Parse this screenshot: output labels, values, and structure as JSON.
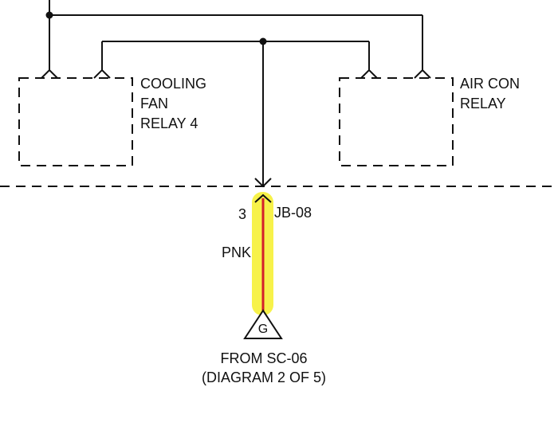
{
  "relays": {
    "cooling_fan": {
      "lines": [
        "COOLING",
        "FAN",
        "RELAY 4"
      ]
    },
    "air_con": {
      "lines": [
        "AIR CON",
        "RELAY"
      ]
    }
  },
  "connector": {
    "pin": "3",
    "id": "JB-08"
  },
  "wire": {
    "color_code": "PNK",
    "highlight_color": "#f7f24a",
    "wire_color": "#d4202a"
  },
  "ground": {
    "symbol_letter": "G"
  },
  "source": {
    "line1": "FROM SC-06",
    "line2": "(DIAGRAM 2 OF 5)"
  }
}
